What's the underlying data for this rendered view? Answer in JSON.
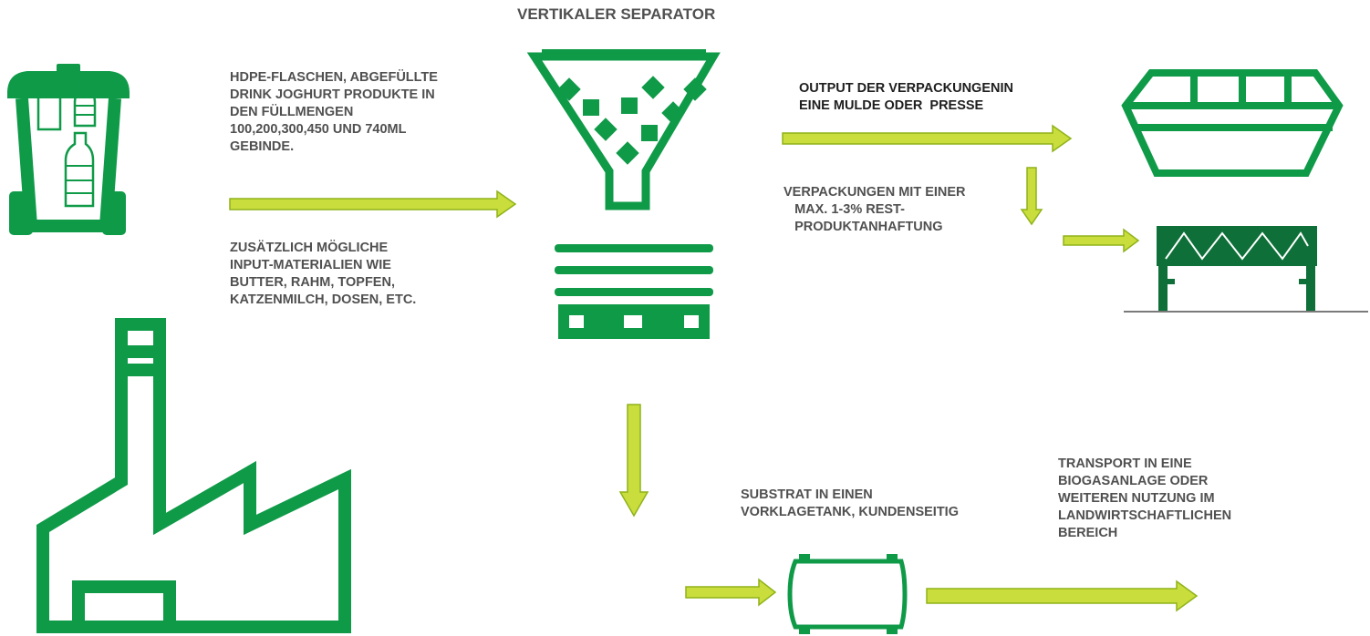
{
  "colors": {
    "icon_green": "#0f9a48",
    "dark_green": "#0e6f38",
    "arrow_fill": "#c9de3c",
    "arrow_stroke": "#8fb21a",
    "text": "#505050"
  },
  "labels": {
    "separator_title": "VERTIKALER SEPARATOR",
    "input_bottles": [
      "HDPE-FLASCHEN, ABGEFÜLLTE",
      "DRINK JOGHURT PRODUKTE IN",
      "DEN FÜLLMENGEN",
      "100,200,300,450 UND 740ML",
      "GEBINDE."
    ],
    "input_extra": [
      "ZUSÄTZLICH MÖGLICHE",
      "INPUT-MATERIALIEN WIE",
      "BUTTER, RAHM, TOPFEN,",
      "KATZENMILCH, DOSEN, ETC."
    ],
    "output_packaging": [
      "OUTPUT DER VERPACKUNGENIN",
      "EINE MULDE ODER  PRESSE"
    ],
    "residue": [
      "VERPACKUNGEN MIT EINER",
      "   MAX. 1-3% REST-",
      "   PRODUKTANHAFTUNG"
    ],
    "substrate": [
      "SUBSTRAT IN EINEN",
      "VORKLAGETANK, KUNDENSEITIG"
    ],
    "transport": [
      "TRANSPORT IN EINE",
      "BIOGASANLAGE ODER",
      "WEITEREN NUTZUNG IM",
      "LANDWIRTSCHAFTLICHEN",
      "BEREICH"
    ]
  },
  "icons": [
    "waste-bin-icon",
    "funnel-separator-icon",
    "separator-base-icon",
    "factory-icon",
    "skip-container-icon",
    "conveyor-press-icon",
    "tank-icon"
  ]
}
